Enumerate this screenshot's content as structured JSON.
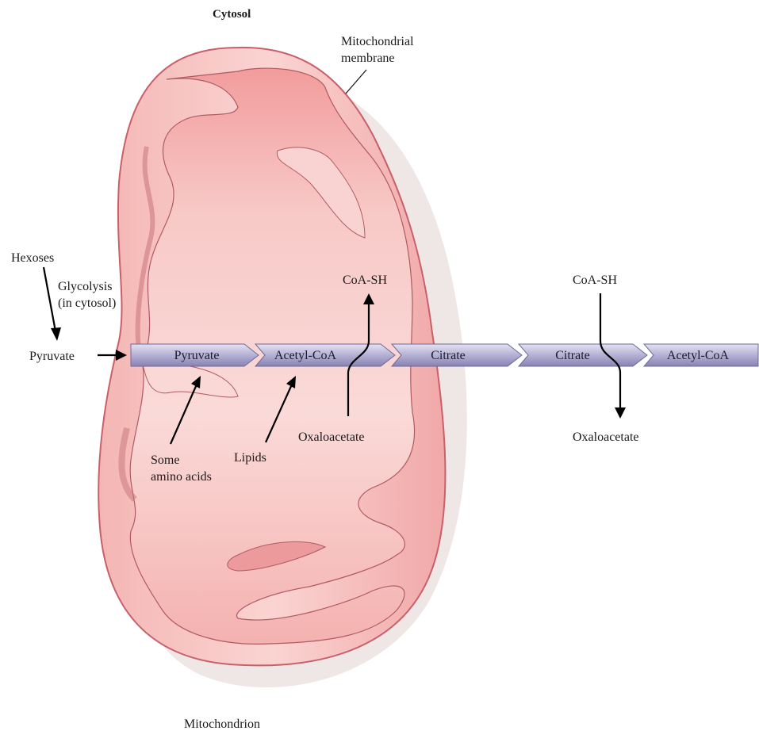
{
  "labels": {
    "cytosol": "Cytosol",
    "membrane_line1": "Mitochondrial",
    "membrane_line2": "membrane",
    "hexoses": "Hexoses",
    "glycolysis_line1": "Glycolysis",
    "glycolysis_line2": "(in cytosol)",
    "pyruvate_outside": "Pyruvate",
    "coash_left": "CoA-SH",
    "coash_right": "CoA-SH",
    "oxaloacetate_left": "Oxaloacetate",
    "oxaloacetate_right": "Oxaloacetate",
    "amino_line1": "Some",
    "amino_line2": "amino acids",
    "lipids": "Lipids",
    "mitochondrion": "Mitochondrion"
  },
  "pathway_segments": [
    "Pyruvate",
    "Acetyl-CoA",
    "Citrate",
    "Citrate",
    "Acetyl-CoA"
  ],
  "colors": {
    "membrane_outline": "#c8606a",
    "matrix_fill": "#f6c4c2",
    "crista_fill": "#eda0a0",
    "arrow_fill": "#b4b1d4",
    "arrow_dark": "#7f7aab",
    "shadow": "#ebe3e3"
  }
}
